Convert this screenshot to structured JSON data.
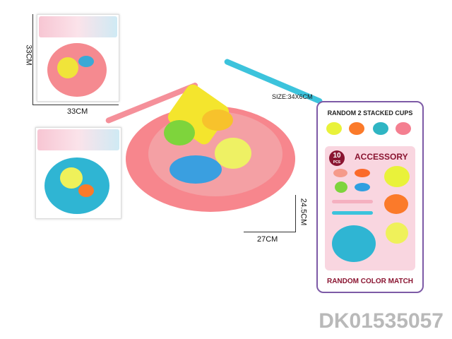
{
  "dimensions": {
    "package_height": "33CM",
    "package_width": "33CM",
    "rod_size": "SIZE:34X6CM",
    "bowl_height": "24.5CM",
    "bowl_width": "27CM"
  },
  "panel": {
    "title": "RANDOM 2 STACKED CUPS",
    "badge_count": "10",
    "badge_unit": "PCS",
    "accessory_label": "ACCESSORY",
    "footer": "RANDOM COLOR MATCH"
  },
  "product_code": "DK01535057",
  "colors": {
    "pink": "#f47f86",
    "blue": "#2fb5d3",
    "yellow": "#e9f23a",
    "orange": "#fb7a2a",
    "purple": "#7d5aa6",
    "maroon": "#8a1531"
  }
}
